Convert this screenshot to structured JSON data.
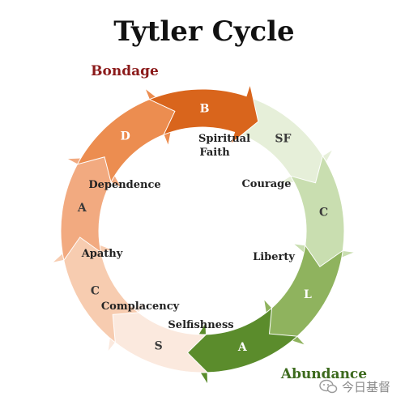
{
  "title": "Tytler Cycle",
  "corner_labels": {
    "bondage": "Bondage",
    "abundance": "Abundance"
  },
  "segments": [
    {
      "letter": "SF",
      "color": "#e6efd9"
    },
    {
      "letter": "C",
      "color": "#c9deb0"
    },
    {
      "letter": "L",
      "color": "#8fb35e"
    },
    {
      "letter": "A",
      "color": "#5b8c2c"
    },
    {
      "letter": "S",
      "color": "#fbe9de"
    },
    {
      "letter": "C",
      "color": "#f7ccb0"
    },
    {
      "letter": "A",
      "color": "#f2aa80"
    },
    {
      "letter": "D",
      "color": "#ec8d50"
    },
    {
      "letter": "B",
      "color": "#d9651c"
    }
  ],
  "stages": [
    "Spiritual Faith",
    "Courage",
    "Liberty",
    "Abundance",
    "Selfishness",
    "Complacency",
    "Apathy",
    "Dependence",
    "Bondage"
  ],
  "inner_labels": {
    "spiritual_line1": "Spiritual",
    "spiritual_line2": "Faith",
    "courage": "Courage",
    "liberty": "Liberty",
    "selfishness": "Selfishness",
    "complacency": "Complacency",
    "apathy": "Apathy",
    "dependence": "Dependence"
  },
  "watermark": {
    "icon": "chat-bubble-icon",
    "text": "今日基督"
  },
  "colors": {
    "title": "#111111",
    "bondage": "#8b1a1a",
    "abundance": "#3d6b1e",
    "label": "#222222"
  }
}
